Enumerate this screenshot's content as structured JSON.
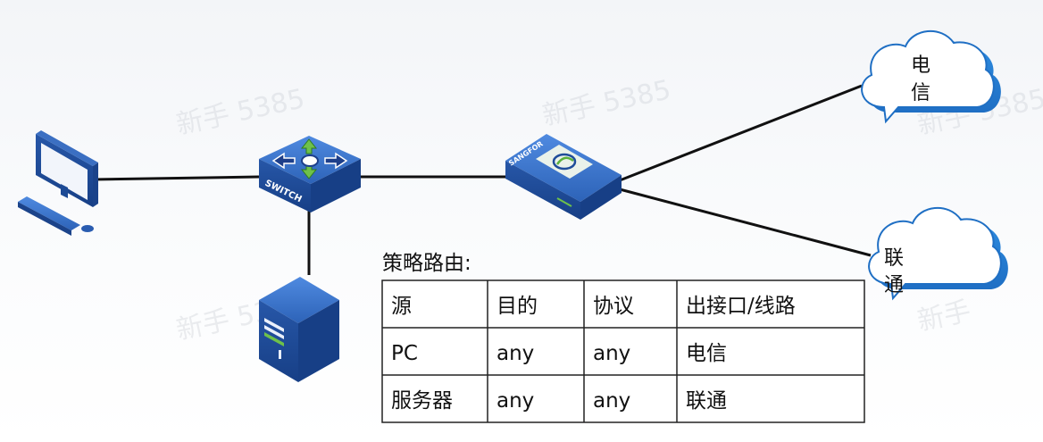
{
  "devices": {
    "switch_label": "SWITCH",
    "gateway_label": "SANGFOR"
  },
  "clouds": {
    "telecom": "电信",
    "unicom": "联通"
  },
  "policy": {
    "title": "策略路由:",
    "headers": [
      "源",
      "目的",
      "协议",
      "出接口/线路"
    ],
    "rows": [
      [
        "PC",
        "any",
        "any",
        "电信"
      ],
      [
        "服务器",
        "any",
        "any",
        "联通"
      ]
    ]
  },
  "colors": {
    "device_blue": "#2a63b8",
    "cloud_blue": "#2d7fd0",
    "line": "#111111"
  }
}
